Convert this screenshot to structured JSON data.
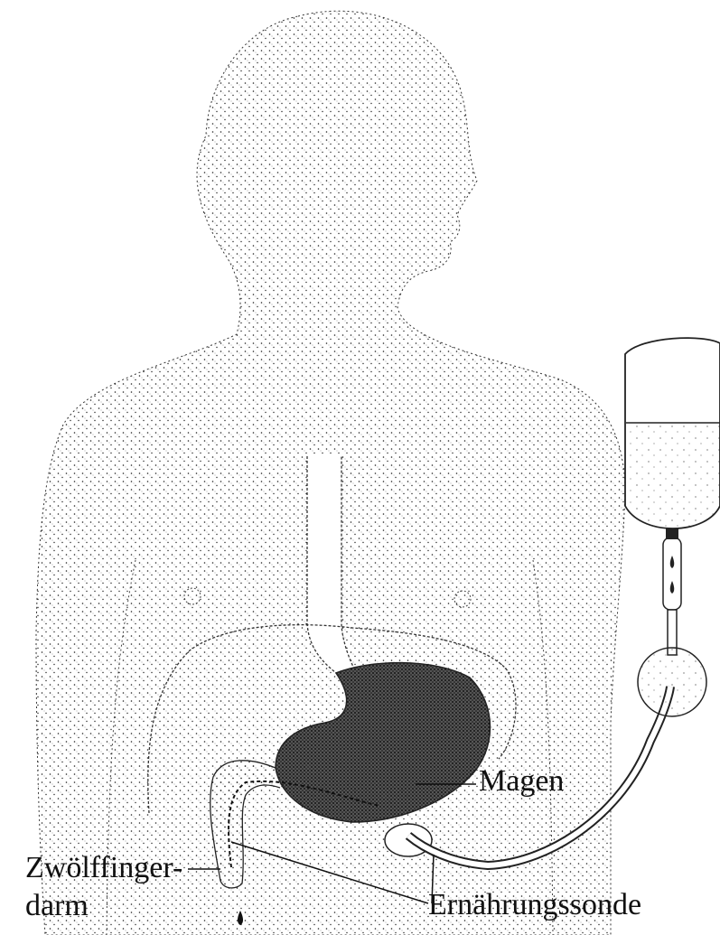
{
  "labels": {
    "magen": "Magen",
    "zwoelffingerdarm_line1": "Zwölffinger-",
    "zwoelffingerdarm_line2": "darm",
    "ernaehrungssonde": "Ernährungssonde"
  },
  "colors": {
    "ink": "#111111",
    "background": "#ffffff"
  }
}
